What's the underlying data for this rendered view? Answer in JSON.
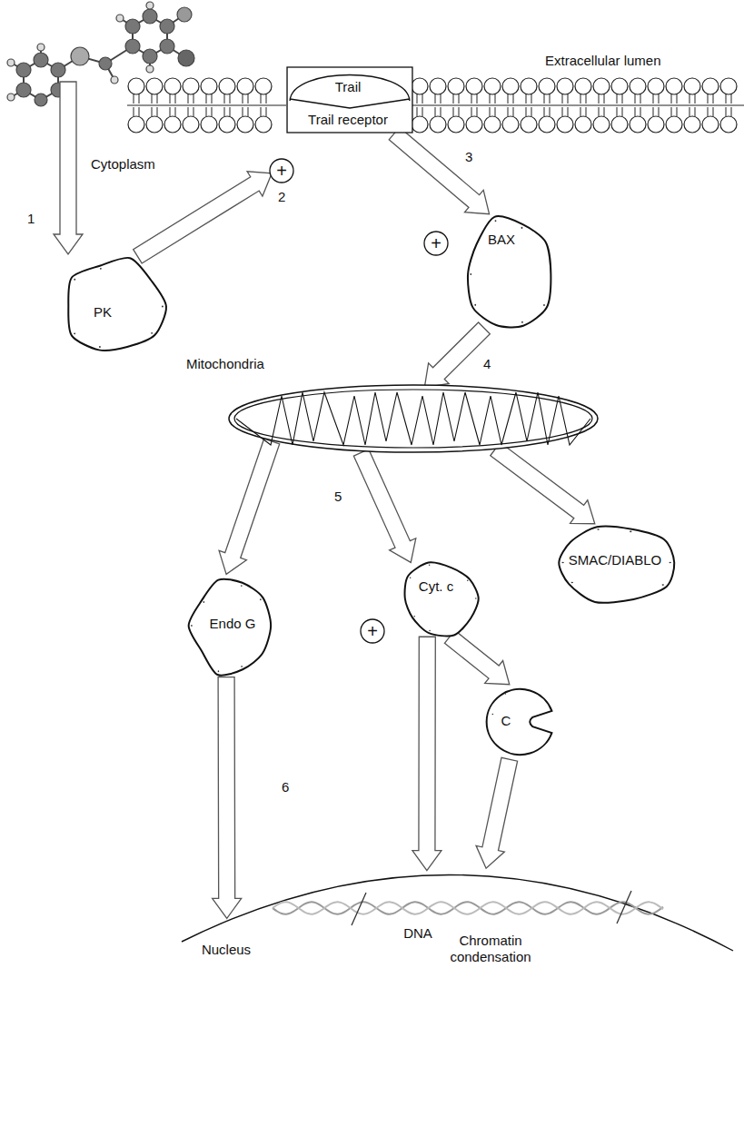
{
  "diagram": {
    "nodes": [
      {
        "text": [
          "Trail",
          "Trail receptor"
        ]
      },
      {
        "text": [
          "PK"
        ]
      },
      {
        "text": [
          "+"
        ]
      },
      {
        "text": [
          "BAX"
        ]
      },
      {
        "text": [
          "+"
        ]
      },
      {
        "text": [
          "Mitochondria"
        ]
      },
      {
        "text": [
          "Endo G"
        ]
      },
      {
        "text": [
          "+"
        ]
      },
      {
        "text": [
          "Cyt. c"
        ]
      },
      {
        "text": [
          "SMAC/DIABLO"
        ]
      },
      {
        "text": [
          "C"
        ]
      },
      {
        "text": [
          "Nucleus",
          "DNA",
          "Chromatin condensation"
        ]
      }
    ],
    "edges": [
      {
        "from": 1,
        "to": 2,
        "arrow": "to"
      },
      {
        "from": 0,
        "to": 3,
        "arrow": "to"
      },
      {
        "from": 3,
        "to": 5,
        "arrow": "to"
      },
      {
        "from": 5,
        "to": 6,
        "arrow": "to"
      },
      {
        "from": 5,
        "to": 8,
        "arrow": "to"
      },
      {
        "from": 5,
        "to": 9,
        "arrow": "to"
      },
      {
        "from": 8,
        "to": 10,
        "arrow": "to"
      },
      {
        "from": 6,
        "to": 11,
        "arrow": "to"
      },
      {
        "from": 8,
        "to": 11,
        "arrow": "to"
      },
      {
        "from": 10,
        "to": 11,
        "arrow": "to"
      }
    ],
    "labels": [
      "Extracellular lumen",
      "1",
      "Cytoplasm",
      "2",
      "3",
      "4",
      "5",
      "6"
    ]
  }
}
